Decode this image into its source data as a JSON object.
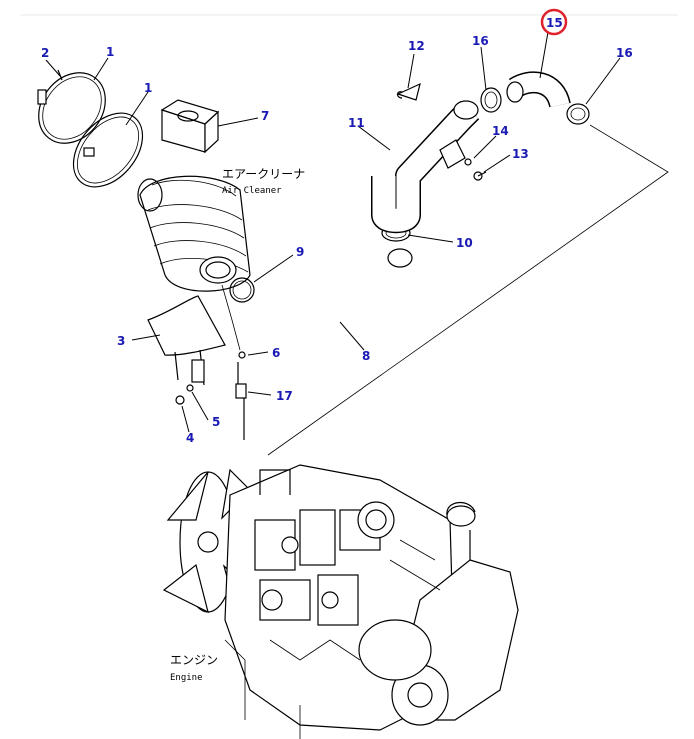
{
  "diagram": {
    "highlight_color": "#e0202a",
    "callout_color": "#1a1ab4",
    "labels": {
      "air_cleaner_jp": "エアークリーナ",
      "air_cleaner_en": "Air Cleaner",
      "engine_jp": "エンジン",
      "engine_en": "Engine"
    },
    "parts": {
      "p1a": "1",
      "p1b": "1",
      "p2": "2",
      "p3": "3",
      "p4": "4",
      "p5": "5",
      "p6": "6",
      "p7": "7",
      "p8": "8",
      "p9": "9",
      "p10": "10",
      "p11": "11",
      "p12": "12",
      "p13": "13",
      "p14": "14",
      "p15": "15",
      "p16a": "16",
      "p16b": "16",
      "p17": "17"
    },
    "highlighted_part": "15"
  }
}
